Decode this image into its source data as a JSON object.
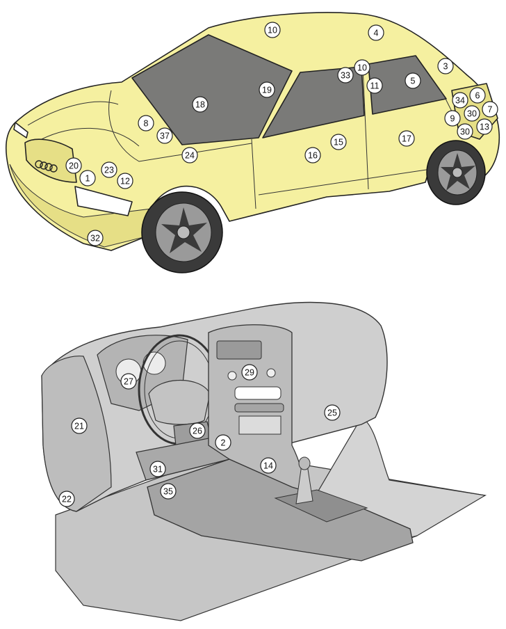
{
  "colors": {
    "car_body": "#f5f0a0",
    "car_shadow": "#e6df86",
    "glass": "#7a7a78",
    "tire": "#3a3a3a",
    "rim": "#9a9a9a",
    "dash": "#cfcfcf",
    "dash_dark": "#a9a9a9",
    "floor": "#c6c6c6",
    "outline": "#222222"
  },
  "car_callouts": [
    "10",
    "4",
    "3",
    "33",
    "10",
    "11",
    "5",
    "18",
    "19",
    "34",
    "6",
    "8",
    "37",
    "9",
    "30",
    "7",
    "30",
    "13",
    "24",
    "15",
    "17",
    "16",
    "20",
    "23",
    "1",
    "12",
    "32"
  ],
  "dash_callouts": [
    "29",
    "27",
    "25",
    "21",
    "26",
    "2",
    "31",
    "14",
    "35",
    "22"
  ]
}
